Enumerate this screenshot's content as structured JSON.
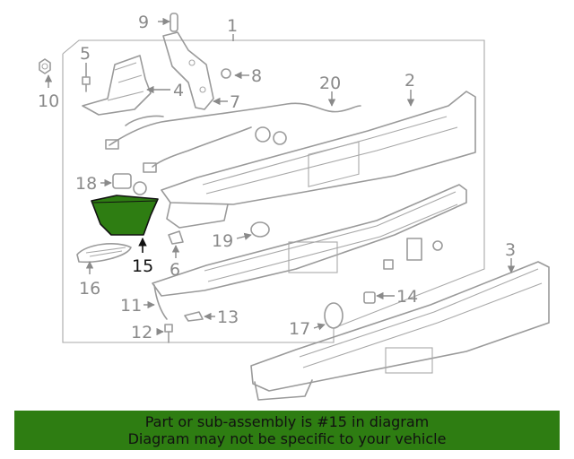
{
  "diagram": {
    "callouts": {
      "c1": "1",
      "c2": "2",
      "c3": "3",
      "c4": "4",
      "c5": "5",
      "c6": "6",
      "c7": "7",
      "c8": "8",
      "c9": "9",
      "c10": "10",
      "c11": "11",
      "c12": "12",
      "c13": "13",
      "c14": "14",
      "c15": "15",
      "c16": "16",
      "c17": "17",
      "c18": "18",
      "c19": "19",
      "c20": "20"
    },
    "highlighted_part": "15",
    "highlight_color": "#2e7d12",
    "line_color": "#9a9a9a"
  },
  "banner": {
    "line1": "Part or sub-assembly is #15 in diagram",
    "line2": "Diagram may not be specific to your vehicle",
    "background": "#2e7d12"
  }
}
